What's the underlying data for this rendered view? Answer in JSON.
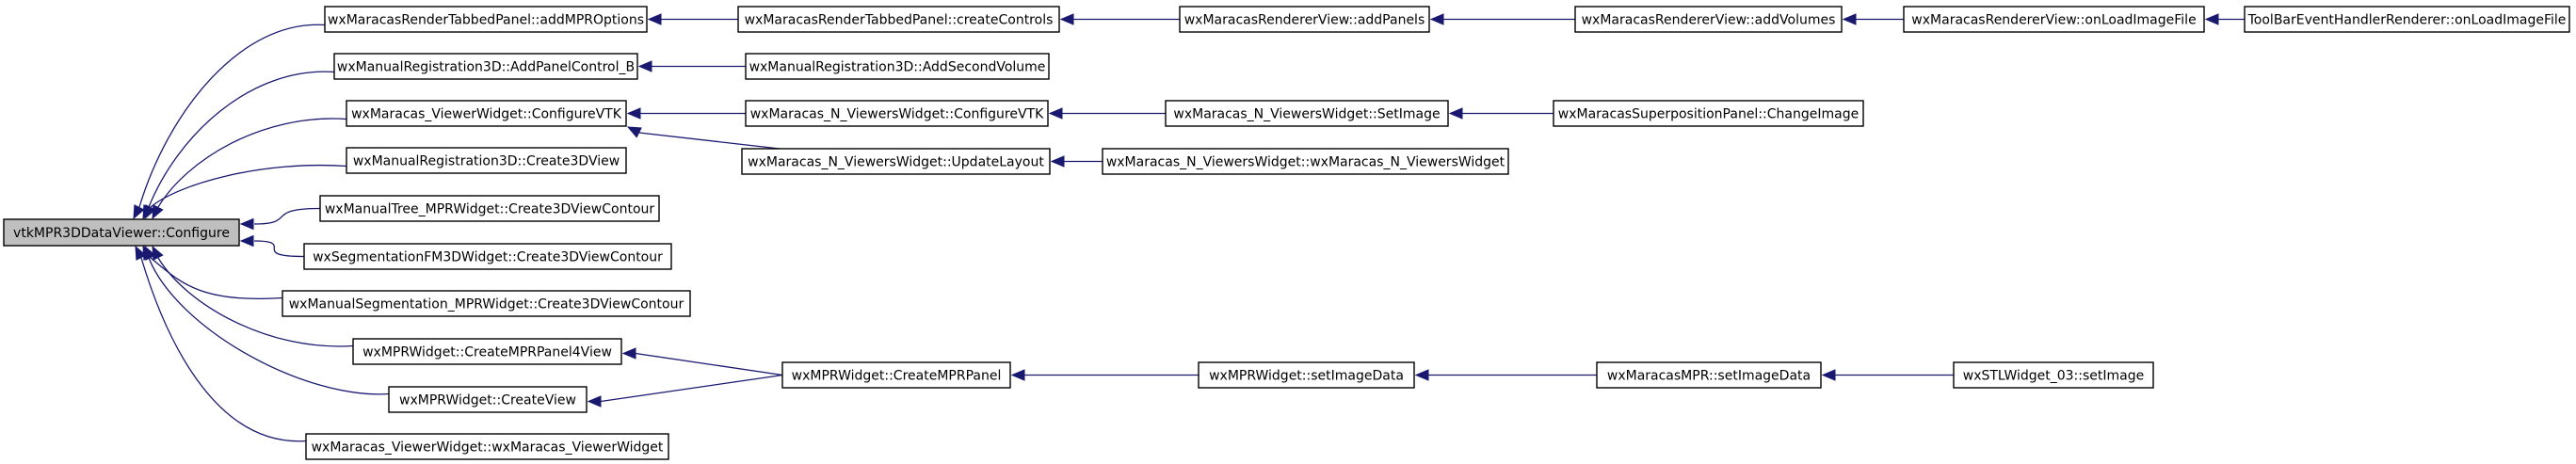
{
  "graph": {
    "nodes": [
      {
        "id": "root",
        "label": "vtkMPR3DDataViewer::Configure",
        "root": true
      },
      {
        "id": "n1",
        "label": "wxMaracasRenderTabbedPanel::addMPROptions"
      },
      {
        "id": "n2",
        "label": "wxManualRegistration3D::AddPanelControl_B"
      },
      {
        "id": "n3",
        "label": "wxMaracas_ViewerWidget::ConfigureVTK"
      },
      {
        "id": "n4",
        "label": "wxManualRegistration3D::Create3DView"
      },
      {
        "id": "n5",
        "label": "wxManualTree_MPRWidget::Create3DViewContour"
      },
      {
        "id": "n6",
        "label": "wxSegmentationFM3DWidget::Create3DViewContour"
      },
      {
        "id": "n7",
        "label": "wxManualSegmentation_MPRWidget::Create3DViewContour"
      },
      {
        "id": "n8",
        "label": "wxMPRWidget::CreateMPRPanel4View"
      },
      {
        "id": "n9",
        "label": "wxMPRWidget::CreateView"
      },
      {
        "id": "n10",
        "label": "wxMaracas_ViewerWidget::wxMaracas_ViewerWidget"
      },
      {
        "id": "m1",
        "label": "wxMaracasRenderTabbedPanel::createControls"
      },
      {
        "id": "m2",
        "label": "wxManualRegistration3D::AddSecondVolume"
      },
      {
        "id": "m3",
        "label": "wxMaracas_N_ViewersWidget::ConfigureVTK"
      },
      {
        "id": "m4",
        "label": "wxMaracas_N_ViewersWidget::UpdateLayout"
      },
      {
        "id": "m5",
        "label": "wxMPRWidget::CreateMPRPanel"
      },
      {
        "id": "p1",
        "label": "wxMaracasRendererView::addPanels"
      },
      {
        "id": "p2",
        "label": "wxMaracas_N_ViewersWidget::SetImage"
      },
      {
        "id": "p3",
        "label": "wxMaracas_N_ViewersWidget::wxMaracas_N_ViewersWidget"
      },
      {
        "id": "p4",
        "label": "wxMPRWidget::setImageData"
      },
      {
        "id": "q1",
        "label": "wxMaracasRendererView::addVolumes"
      },
      {
        "id": "q2",
        "label": "wxMaracasSuperpositionPanel::ChangeImage"
      },
      {
        "id": "q3",
        "label": "wxMaracasMPR::setImageData"
      },
      {
        "id": "r1",
        "label": "wxMaracasRendererView::onLoadImageFile"
      },
      {
        "id": "r2",
        "label": "wxSTLWidget_03::setImage"
      },
      {
        "id": "s1",
        "label": "ToolBarEventHandlerRenderer::onLoadImageFile"
      }
    ],
    "edges": [
      {
        "from": "n1",
        "to": "root"
      },
      {
        "from": "n2",
        "to": "root"
      },
      {
        "from": "n3",
        "to": "root"
      },
      {
        "from": "n4",
        "to": "root"
      },
      {
        "from": "n5",
        "to": "root"
      },
      {
        "from": "n6",
        "to": "root"
      },
      {
        "from": "n7",
        "to": "root"
      },
      {
        "from": "n8",
        "to": "root"
      },
      {
        "from": "n9",
        "to": "root"
      },
      {
        "from": "n10",
        "to": "root"
      },
      {
        "from": "m1",
        "to": "n1"
      },
      {
        "from": "m2",
        "to": "n2"
      },
      {
        "from": "m3",
        "to": "n3"
      },
      {
        "from": "m4",
        "to": "n3"
      },
      {
        "from": "m5",
        "to": "n8"
      },
      {
        "from": "m5",
        "to": "n9"
      },
      {
        "from": "p1",
        "to": "m1"
      },
      {
        "from": "p2",
        "to": "m3"
      },
      {
        "from": "p3",
        "to": "m4"
      },
      {
        "from": "p4",
        "to": "m5"
      },
      {
        "from": "q1",
        "to": "p1"
      },
      {
        "from": "q2",
        "to": "p2"
      },
      {
        "from": "q3",
        "to": "p4"
      },
      {
        "from": "r1",
        "to": "q1"
      },
      {
        "from": "r2",
        "to": "q3"
      },
      {
        "from": "s1",
        "to": "r1"
      }
    ],
    "colors": {
      "edge": "#191970",
      "root_fill": "#bfbfbf",
      "node_fill": "#ffffff",
      "border": "#000000"
    }
  }
}
